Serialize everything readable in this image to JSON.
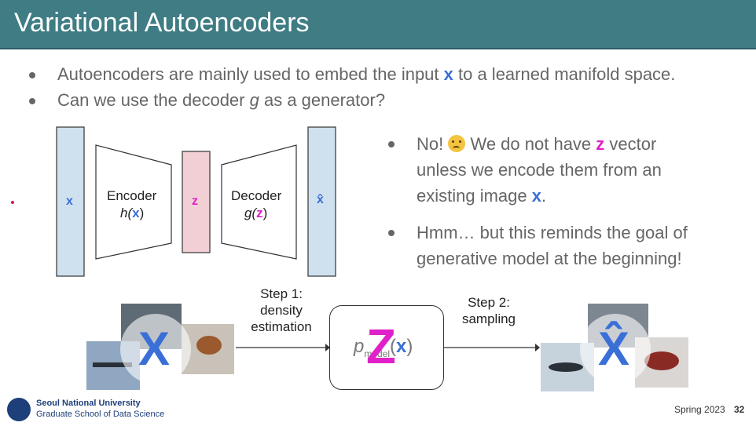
{
  "header": {
    "title": "Variational Autoencoders"
  },
  "bullets": [
    {
      "pre": "Autoencoders are mainly used to embed the input ",
      "x": "x",
      "post": " to a learned manifold space."
    },
    {
      "pre": "Can we use the decoder ",
      "g": "g",
      "post": " as a generator?"
    }
  ],
  "diagram": {
    "x_label": "x",
    "encoder_label": "Encoder",
    "encoder_h": "h(",
    "encoder_x": "x",
    "encoder_close": ")",
    "z_label": "z",
    "decoder_label": "Decoder",
    "decoder_g": "g(",
    "decoder_z": "z",
    "decoder_close": ")",
    "xhat_label": "x̂"
  },
  "right_bullets": {
    "b1_l1_pre": "No! ",
    "b1_l1_mid": " We do not have ",
    "b1_l1_z": "z",
    "b1_l1_post": " vector",
    "b1_l2": "unless we encode them from an",
    "b1_l3_pre": "existing image ",
    "b1_l3_x": "x",
    "b1_l3_post": ".",
    "b2_l1": "Hmm… but this reminds the goal of",
    "b2_l2": "generative model at the beginning!"
  },
  "flow": {
    "step1_l1": "Step 1:",
    "step1_l2": "density",
    "step1_l3": "estimation",
    "step2_l1": "Step 2:",
    "step2_l2": "sampling",
    "big_x": "X",
    "big_z": "Z",
    "big_xhat": "X̂",
    "p_label": "p",
    "p_sub": "model",
    "p_x_open": "(",
    "p_x": "x",
    "p_x_close": ")"
  },
  "footer": {
    "univ": "Seoul National University",
    "school": "Graduate School of Data Science",
    "term": "Spring 2023",
    "page": "32"
  },
  "colors": {
    "header": "#3f7c84",
    "x_blue": "#3a6fd8",
    "z_magenta": "#e020c8",
    "bar_blue": "#cfe0ef",
    "z_box": "#f2cfd4"
  }
}
